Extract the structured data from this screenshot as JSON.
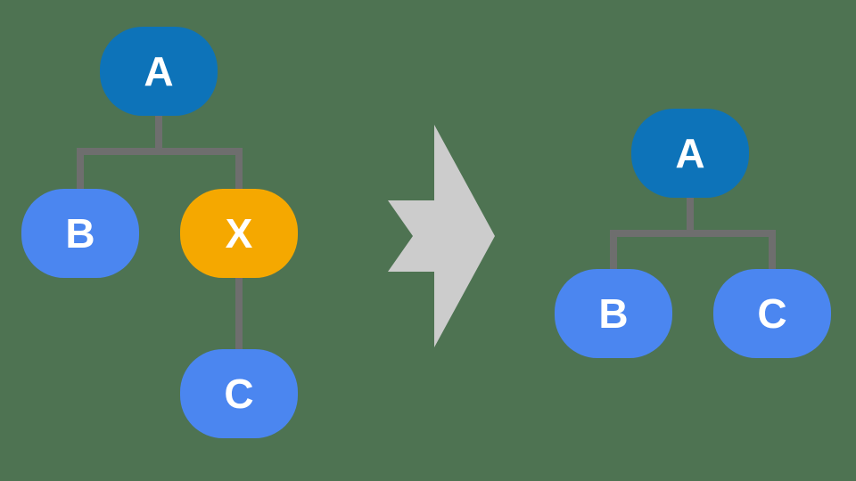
{
  "diagram_title": "tree-node-removal-transformation",
  "colors": {
    "background": "#4e7352",
    "node_root": "#0d73b9",
    "node_child": "#4b86f0",
    "node_removed": "#f5a800",
    "connector": "#6e6e6e",
    "arrow": "#cccccc",
    "label_text": "#ffffff"
  },
  "left_tree": {
    "root": "A",
    "child_left": "B",
    "child_right": "X",
    "grandchild": "C"
  },
  "arrow": {
    "direction": "right"
  },
  "right_tree": {
    "root": "A",
    "child_left": "B",
    "child_right": "C"
  }
}
